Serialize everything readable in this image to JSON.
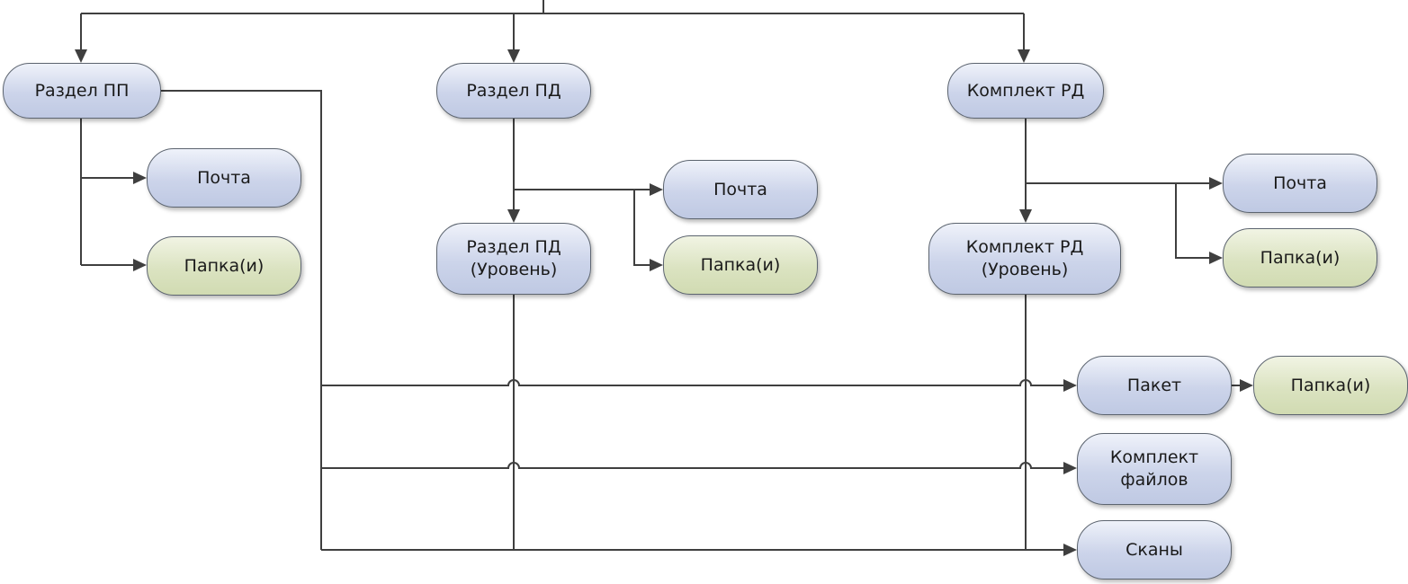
{
  "nodes": {
    "razdel_pp": "Раздел ПП",
    "razdel_pd": "Раздел ПД",
    "komplekt_rd": "Комплект РД",
    "pp_pochta": "Почта",
    "pp_papka": "Папка(и)",
    "pd_uroven": "Раздел ПД\n(Уровень)",
    "pd_pochta": "Почта",
    "pd_papka": "Папка(и)",
    "rd_uroven": "Комплект РД\n(Уровень)",
    "rd_pochta": "Почта",
    "rd_papka": "Папка(и)",
    "paket": "Пакет",
    "paket_papka": "Папка(и)",
    "komplekt_failov": "Комплект\nфайлов",
    "skany": "Сканы"
  },
  "colors": {
    "container_node": "#c9d2e9",
    "folder_node": "#d8e1bd",
    "connector": "#3f3f3f"
  }
}
